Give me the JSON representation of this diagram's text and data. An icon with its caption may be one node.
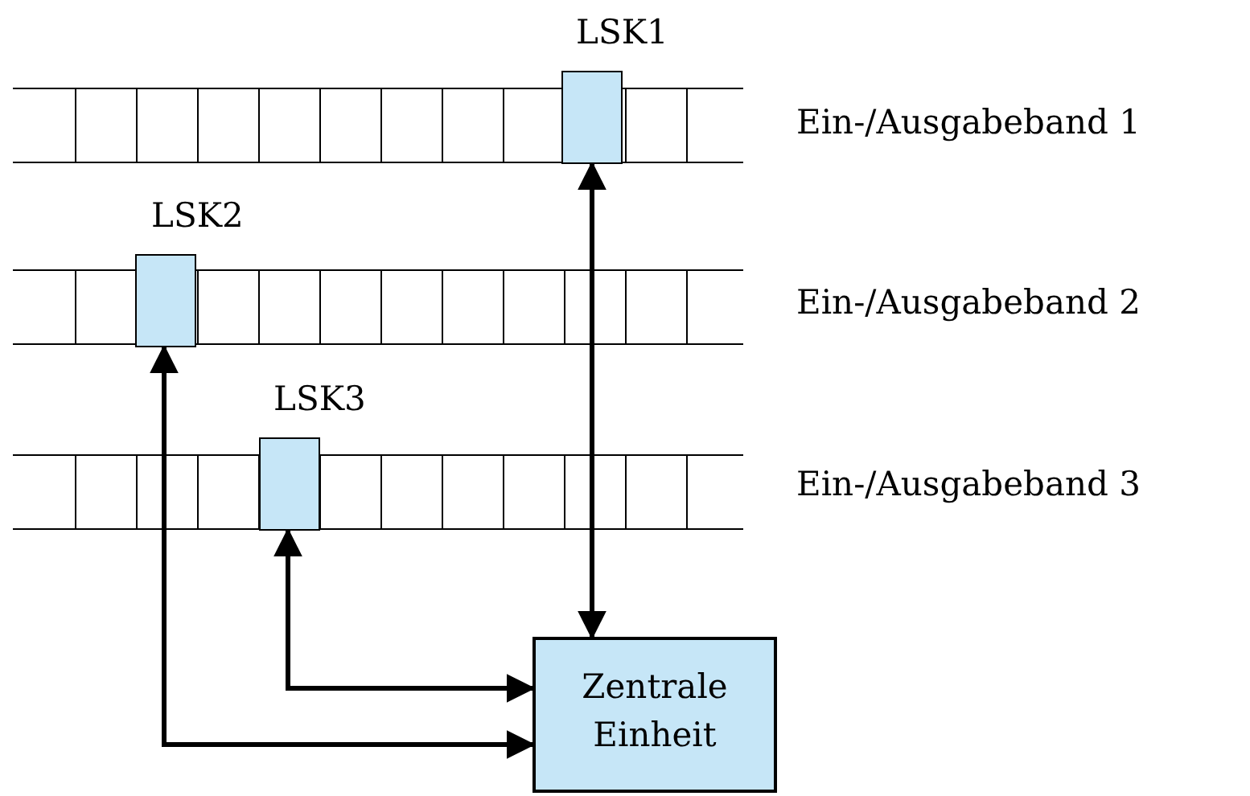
{
  "diagram": {
    "nodes": [
      {
        "text": [
          "LSK1"
        ]
      },
      {
        "text": [
          "LSK2"
        ]
      },
      {
        "text": [
          "LSK3"
        ]
      },
      {
        "text": [
          "Zentrale Einheit"
        ]
      }
    ],
    "edges": [
      {
        "from": 0,
        "to": 3,
        "arrow": "both"
      },
      {
        "from": 1,
        "to": 3,
        "arrow": "both"
      },
      {
        "from": 2,
        "to": 3,
        "arrow": "both"
      }
    ],
    "labels": [
      "Ein-/Ausgabeband 1",
      "Ein-/Ausgabeband 2",
      "Ein-/Ausgabeband 3"
    ]
  }
}
